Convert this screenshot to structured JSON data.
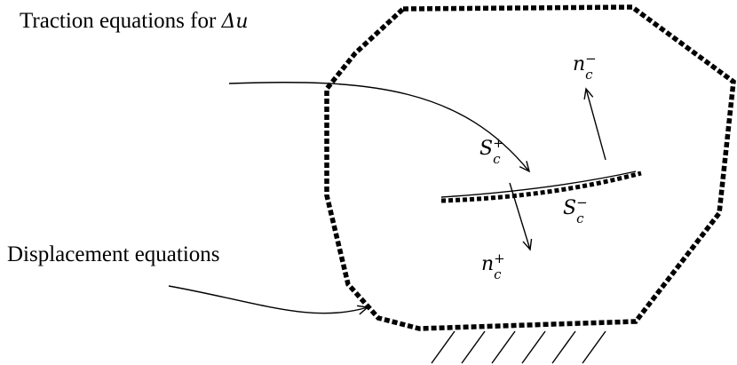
{
  "labels": {
    "traction": {
      "text": "Traction equations for ",
      "symbol": "Δu"
    },
    "displacement": "Displacement equations",
    "normal_minus": {
      "base": "n",
      "sub": "c",
      "sup": "−"
    },
    "normal_plus": {
      "base": "n",
      "sub": "c",
      "sup": "+"
    },
    "surface_plus": {
      "base": "S",
      "sub": "c",
      "sup": "+"
    },
    "surface_minus": {
      "base": "S",
      "sub": "c",
      "sup": "−"
    }
  },
  "colors": {
    "stroke": "#000000",
    "background": "#ffffff"
  }
}
